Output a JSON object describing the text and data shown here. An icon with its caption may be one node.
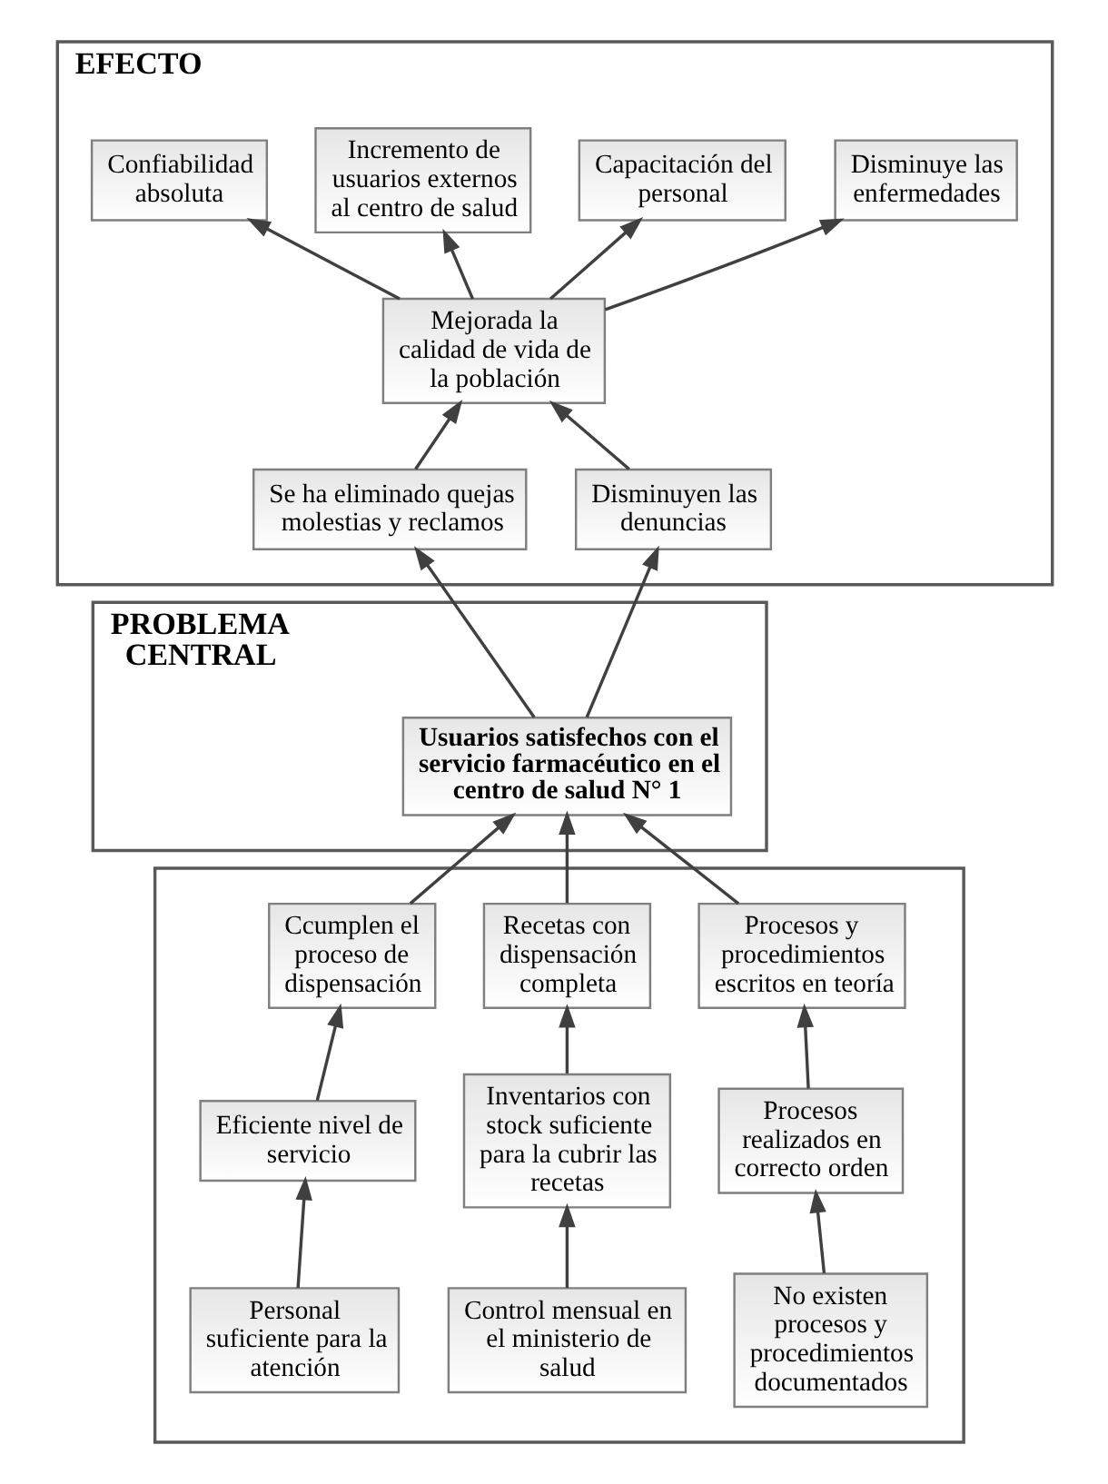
{
  "diagram": {
    "nodes": [
      {
        "text": [
          "EFECTO"
        ]
      },
      {
        "text": [
          "Confiabilidad absoluta"
        ],
        "in": 0
      },
      {
        "text": [
          "Incremento de usuarios externos al centro de salud"
        ],
        "in": 0
      },
      {
        "text": [
          "Capacitación del personal"
        ],
        "in": 0
      },
      {
        "text": [
          "Disminuye las enfermedades"
        ],
        "in": 0
      },
      {
        "text": [
          "Mejorada la calidad de vida de la población"
        ],
        "in": 0
      },
      {
        "text": [
          "Se ha eliminado quejas molestias y reclamos"
        ],
        "in": 0
      },
      {
        "text": [
          "Disminuyen las denuncias"
        ],
        "in": 0
      },
      {
        "text": [
          "PROBLEMA CENTRAL"
        ]
      },
      {
        "text": [
          "Usuarios satisfechos con el servicio farmacéutico en el centro de salud N° 1"
        ],
        "in": 8
      },
      {
        "text": [],
        "shape": "box"
      },
      {
        "text": [
          "Ccumplen el proceso de dispensación"
        ],
        "in": 10
      },
      {
        "text": [
          "Recetas con dispensación completa"
        ],
        "in": 10
      },
      {
        "text": [
          "Procesos y procedimientos escritos en teoría"
        ],
        "in": 10
      },
      {
        "text": [
          "Eficiente nivel de servicio"
        ],
        "in": 10
      },
      {
        "text": [
          "Inventarios con stock suficiente para la cubrir las recetas"
        ],
        "in": 10
      },
      {
        "text": [
          "Procesos realizados en correcto orden"
        ],
        "in": 10
      },
      {
        "text": [
          "Personal suficiente para la atención"
        ],
        "in": 10
      },
      {
        "text": [
          "Control mensual en el ministerio de salud"
        ],
        "in": 10
      },
      {
        "text": [
          "No existen procesos y procedimientos documentados"
        ],
        "in": 10
      }
    ],
    "edges": [
      {
        "from": 5,
        "to": 1,
        "arrow": "to"
      },
      {
        "from": 5,
        "to": 2,
        "arrow": "to"
      },
      {
        "from": 5,
        "to": 3,
        "arrow": "to"
      },
      {
        "from": 5,
        "to": 4,
        "arrow": "to"
      },
      {
        "from": 6,
        "to": 5,
        "arrow": "to"
      },
      {
        "from": 7,
        "to": 5,
        "arrow": "to"
      },
      {
        "from": 9,
        "to": 6,
        "arrow": "to"
      },
      {
        "from": 9,
        "to": 7,
        "arrow": "to"
      },
      {
        "from": 11,
        "to": 9,
        "arrow": "to"
      },
      {
        "from": 12,
        "to": 9,
        "arrow": "to"
      },
      {
        "from": 13,
        "to": 9,
        "arrow": "to"
      },
      {
        "from": 14,
        "to": 11,
        "arrow": "to"
      },
      {
        "from": 15,
        "to": 12,
        "arrow": "to"
      },
      {
        "from": 16,
        "to": 13,
        "arrow": "to"
      },
      {
        "from": 17,
        "to": 14,
        "arrow": "to"
      },
      {
        "from": 18,
        "to": 15,
        "arrow": "to"
      },
      {
        "from": 19,
        "to": 16,
        "arrow": "to"
      }
    ]
  }
}
